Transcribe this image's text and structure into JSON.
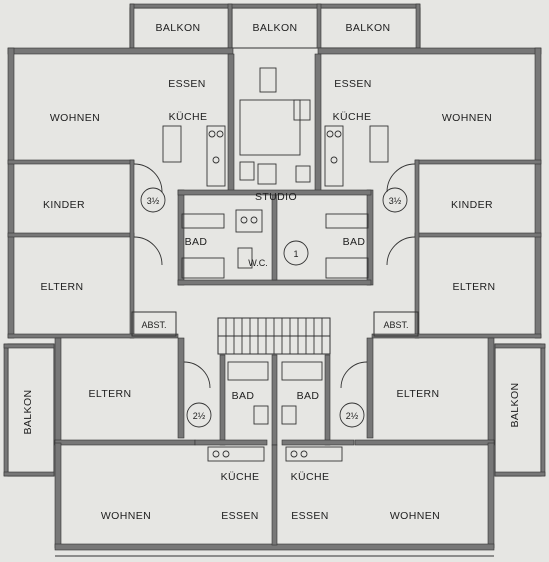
{
  "labels": {
    "balkon": "BALKON",
    "essen": "ESSEN",
    "kuche": "KÜCHE",
    "wohnen": "WOHNEN",
    "studio": "STUDIO",
    "kinder": "KINDER",
    "eltern": "ELTERN",
    "bad": "BAD",
    "wc": "W.C.",
    "abst": "ABST."
  },
  "unit_sizes": {
    "large_left": "3½",
    "large_right": "3½",
    "small_left": "2½",
    "small_right": "2½",
    "studio": "1"
  },
  "colors": {
    "paper": "#e6e6e3",
    "wall": "#777777",
    "ink": "#1e1e1e"
  }
}
